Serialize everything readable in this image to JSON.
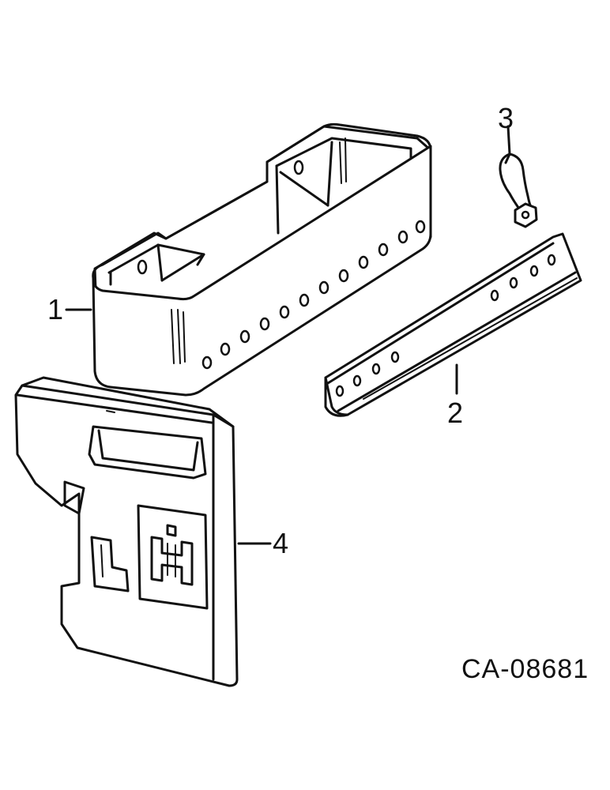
{
  "callouts": {
    "c1": "1",
    "c2": "2",
    "c3": "3",
    "c4": "4"
  },
  "figure_ref": "CA-08681",
  "colors": {
    "line": "#111111",
    "background": "#ffffff"
  },
  "logo_icon": "ih-logo-icon"
}
